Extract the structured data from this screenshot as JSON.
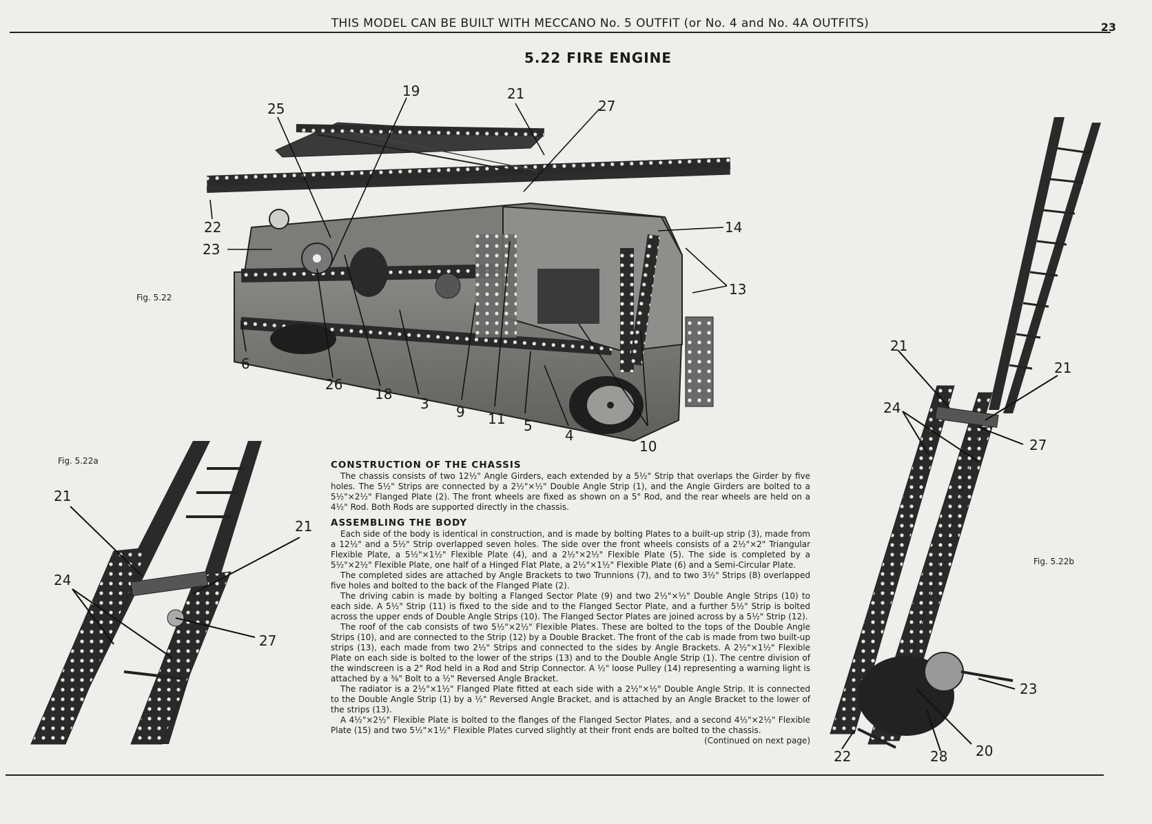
{
  "header": {
    "outfit_line": "THIS MODEL CAN BE BUILT WITH MECCANO No. 5 OUTFIT (or No. 4 and No. 4A OUTFITS)",
    "page_number": "23"
  },
  "title": "5.22 FIRE ENGINE",
  "figures": {
    "main": {
      "label": "Fig. 5.22",
      "callouts": [
        "19",
        "21",
        "27",
        "25",
        "22",
        "23",
        "14",
        "13",
        "6",
        "26",
        "18",
        "3",
        "9",
        "11",
        "5",
        "4",
        "10"
      ]
    },
    "detail_a": {
      "label": "Fig. 5.22a",
      "callouts": [
        "21",
        "21",
        "24",
        "27"
      ]
    },
    "detail_b": {
      "label": "Fig. 5.22b",
      "callouts": [
        "21",
        "21",
        "24",
        "27",
        "23",
        "22",
        "28",
        "20"
      ]
    }
  },
  "instructions": {
    "sections": [
      {
        "heading": "CONSTRUCTION OF THE CHASSIS",
        "paragraphs": [
          "The chassis consists of two 12½\" Angle Girders, each extended by a 5½\" Strip that overlaps the Girder by five holes. The 5½\" Strips are connected by a 2½\"×½\" Double Angle Strip (1), and the Angle Girders are bolted to a 5½\"×2½\" Flanged Plate (2). The front wheels are fixed as shown on a 5\" Rod, and the rear wheels are held on a 4½\" Rod. Both Rods are supported directly in the chassis."
        ]
      },
      {
        "heading": "ASSEMBLING THE BODY",
        "paragraphs": [
          "Each side of the body is identical in construction, and is made by bolting Plates to a built-up strip (3), made from a 12½\" and a 5½\" Strip overlapped seven holes. The side over the front wheels consists of a 2½\"×2\" Triangular Flexible Plate, a 5½\"×1½\" Flexible Plate (4), and a 2½\"×2½\" Flexible Plate (5). The side is completed by a 5½\"×2½\" Flexible Plate, one half of a Hinged Flat Plate, a 2½\"×1½\" Flexible Plate (6) and a Semi-Circular Plate.",
          "The completed sides are attached by Angle Brackets to two Trunnions (7), and to two 3½\" Strips (8) overlapped five holes and bolted to the back of the Flanged Plate (2).",
          "The driving cabin is made by bolting a Flanged Sector Plate (9) and two 2½\"×½\" Double Angle Strips (10) to each side. A 5½\" Strip (11) is fixed to the side and to the Flanged Sector Plate, and a further 5½\" Strip is bolted across the upper ends of Double Angle Strips (10). The Flanged Sector Plates are joined across by a 5½\" Strip (12).",
          "The roof of the cab consists of two 5½\"×2½\" Flexible Plates. These are bolted to the tops of the Double Angle Strips (10), and are connected to the Strip (12) by a Double Bracket. The front of the cab is made from two built-up strips (13), each made from two 2½\" Strips and connected to the sides by Angle Brackets. A 2½\"×1½\" Flexible Plate on each side is bolted to the lower of the strips (13) and to the Double Angle Strip (1). The centre division of the windscreen is a 2\" Rod held in a Rod and Strip Connector. A ½\" loose Pulley (14) representing a warning light is attached by a ⅜\" Bolt to a ½\" Reversed Angle Bracket.",
          "The radiator is a 2½\"×1½\" Flanged Plate fitted at each side with a 2½\"×½\" Double Angle Strip. It is connected to the Double Angle Strip (1) by a ½\" Reversed Angle Bracket, and is attached by an Angle Bracket to the lower of the strips (13).",
          "A 4½\"×2½\" Flexible Plate is bolted to the flanges of the Flanged Sector Plates, and a second 4½\"×2½\" Flexible Plate (15) and two 5½\"×1½\" Flexible Plates curved slightly at their front ends are bolted to the chassis."
        ],
        "continued": "(Continued on next page)"
      }
    ]
  },
  "colors": {
    "paper": "#eeeeea",
    "ink": "#1a1a1a",
    "metal": "#5c5c5c"
  }
}
